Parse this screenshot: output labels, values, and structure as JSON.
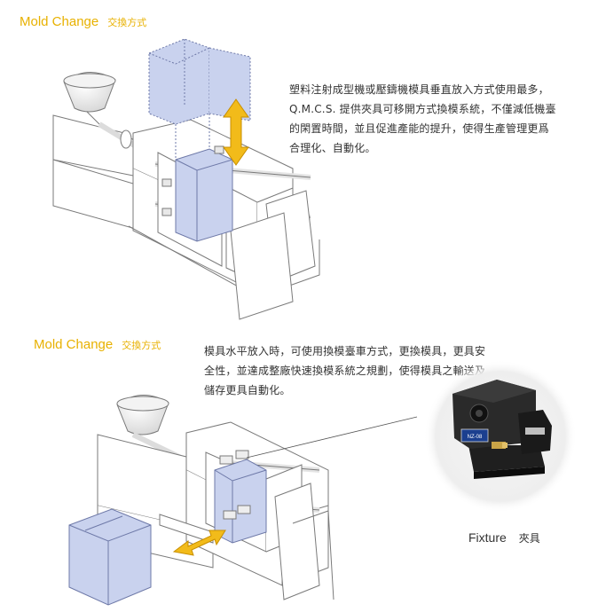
{
  "colors": {
    "accent": "#e8b100",
    "mold_fill": "#c9d2ee",
    "line": "#7a7a7a",
    "text": "#333333",
    "arrow": "#f2bb1a"
  },
  "section1": {
    "title_en": "Mold Change",
    "title_zh": "交換方式",
    "paragraph": "塑料注射成型機或壓鑄機模具垂直放入方式使用最多，Q.M.C.S. 提供夾具可移開方式換模系統，不僅減低機臺的閑置時間，並且促進產能的提升，使得生產管理更爲合理化、自動化。"
  },
  "section2": {
    "title_en": "Mold Change",
    "title_zh": "交換方式",
    "paragraph": "模具水平放入時，可使用換模臺車方式，更換模具，更具安全性，並達成整廠快速換模系統之規劃，使得模具之輸送及儲存更具自動化。"
  },
  "fixture": {
    "caption_en": "Fixture",
    "caption_zh": "夾具",
    "plate_label": "NZ-08"
  },
  "icons": {
    "vertical_arrow": "double-arrow-vertical-icon",
    "horizontal_arrow": "double-arrow-diagonal-icon"
  }
}
